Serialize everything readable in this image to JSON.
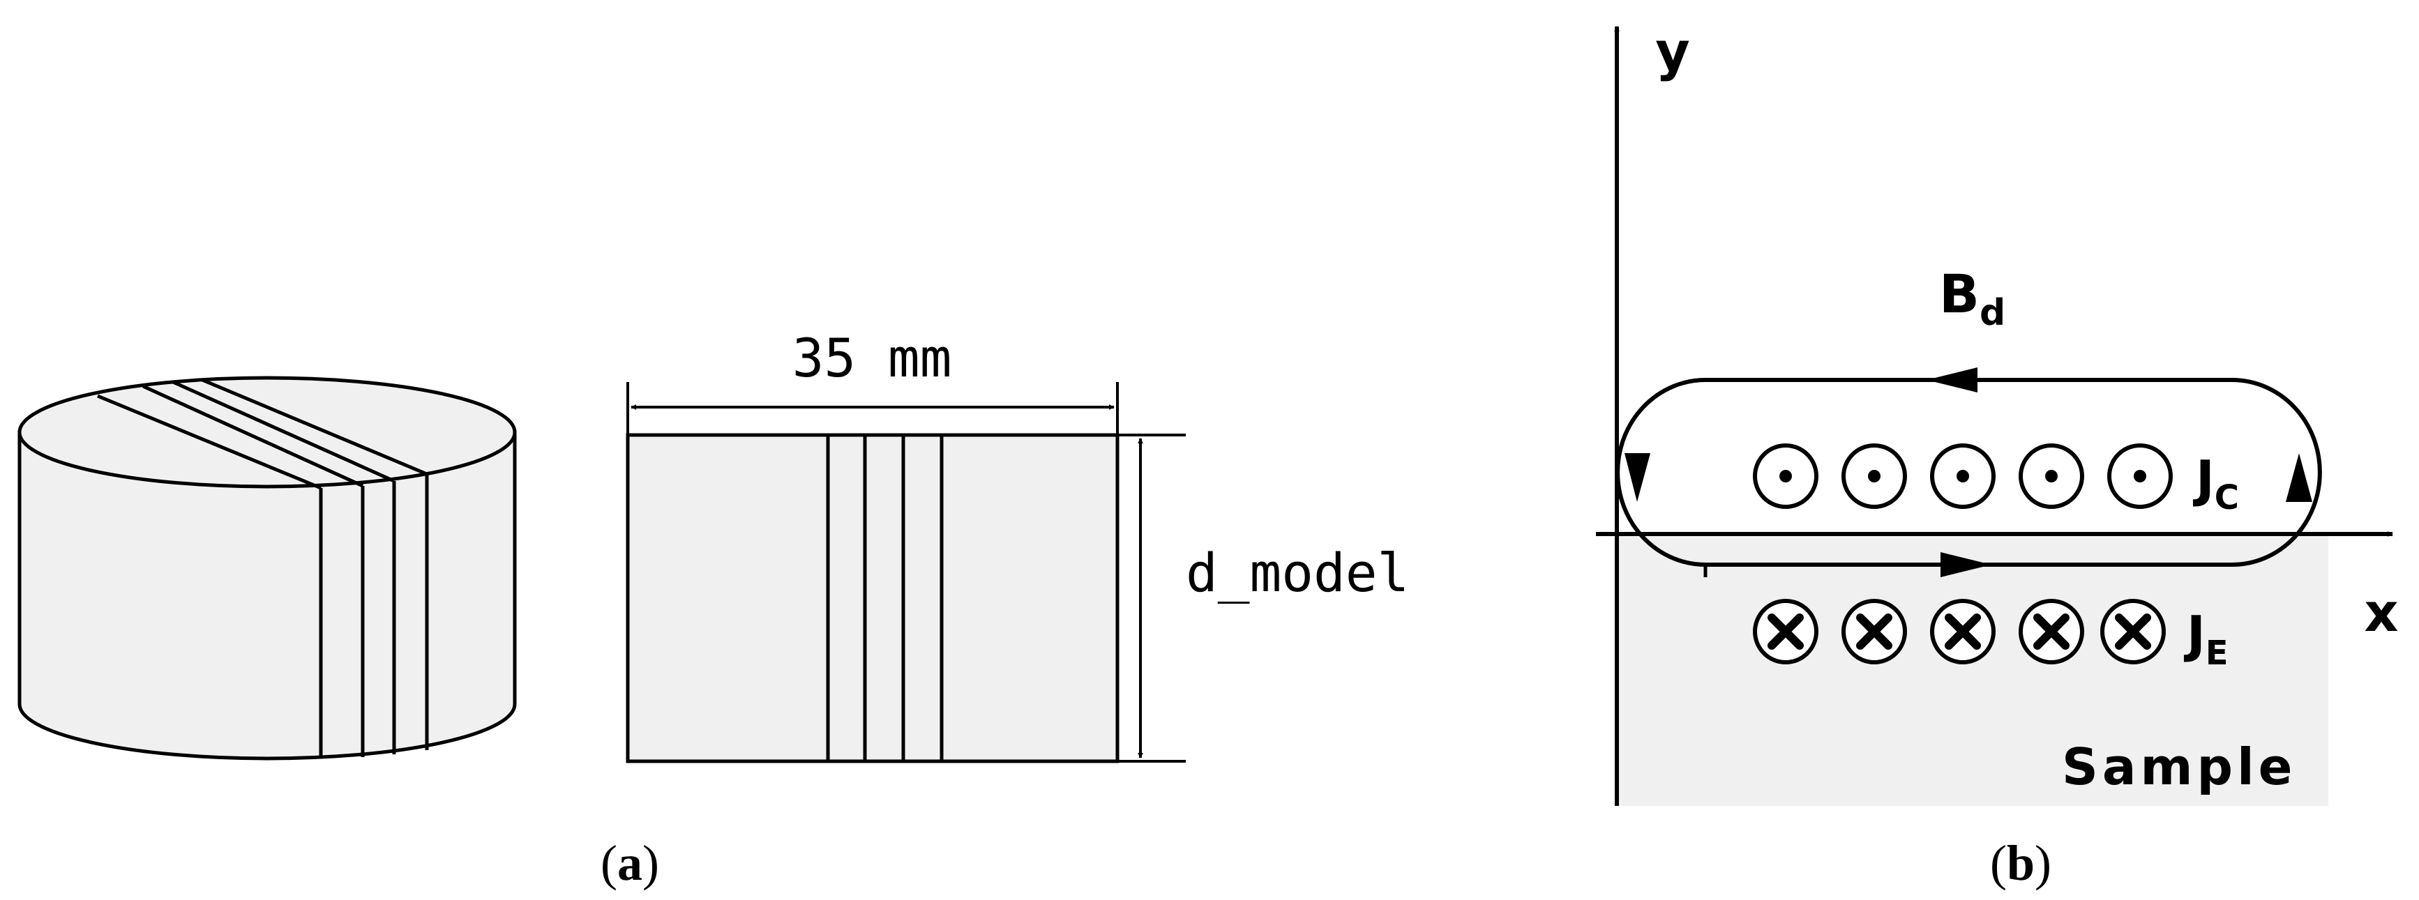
{
  "panel_a": {
    "width_label": "35 mm",
    "height_label": "d_model",
    "caption_open": "(",
    "caption_letter": "a",
    "caption_close": ")"
  },
  "panel_b": {
    "y_axis_label": "y",
    "x_axis_label": "x",
    "field_label_main": "B",
    "field_label_sub": "d",
    "current_out_label_main": "J",
    "current_out_label_sub": "C",
    "current_in_label_main": "J",
    "current_in_label_sub": "E",
    "sample_label": "Sample",
    "caption_open": "(",
    "caption_letter": "b",
    "caption_close": ")"
  },
  "colors": {
    "fill_gray": "#f0f0f0",
    "stroke": "#000000"
  },
  "icons": {
    "current_out": "dot-in-circle-icon",
    "current_in": "cross-in-circle-icon"
  }
}
